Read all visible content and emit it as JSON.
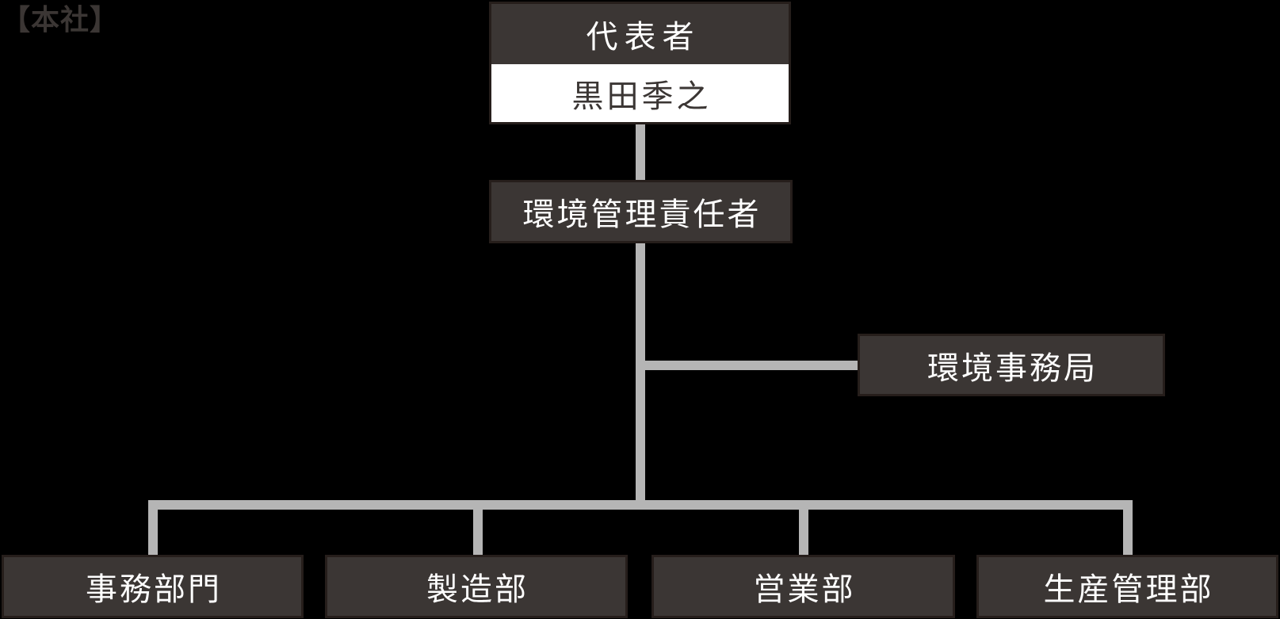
{
  "site_label": "【本社】",
  "colors": {
    "background": "#000000",
    "box_fill": "#3b3634",
    "box_border": "#261e1b",
    "connector_line": "#b5b5b5",
    "text_light": "#ffffff",
    "text_dark": "#3b3634",
    "name_box_fill": "#ffffff"
  },
  "org_chart": {
    "representative": {
      "title": "代表者",
      "name": "黒田季之"
    },
    "env_manager": {
      "title": "環境管理責任者"
    },
    "env_office": {
      "title": "環境事務局"
    },
    "departments": [
      {
        "title": "事務部門"
      },
      {
        "title": "製造部"
      },
      {
        "title": "営業部"
      },
      {
        "title": "生産管理部"
      }
    ]
  }
}
